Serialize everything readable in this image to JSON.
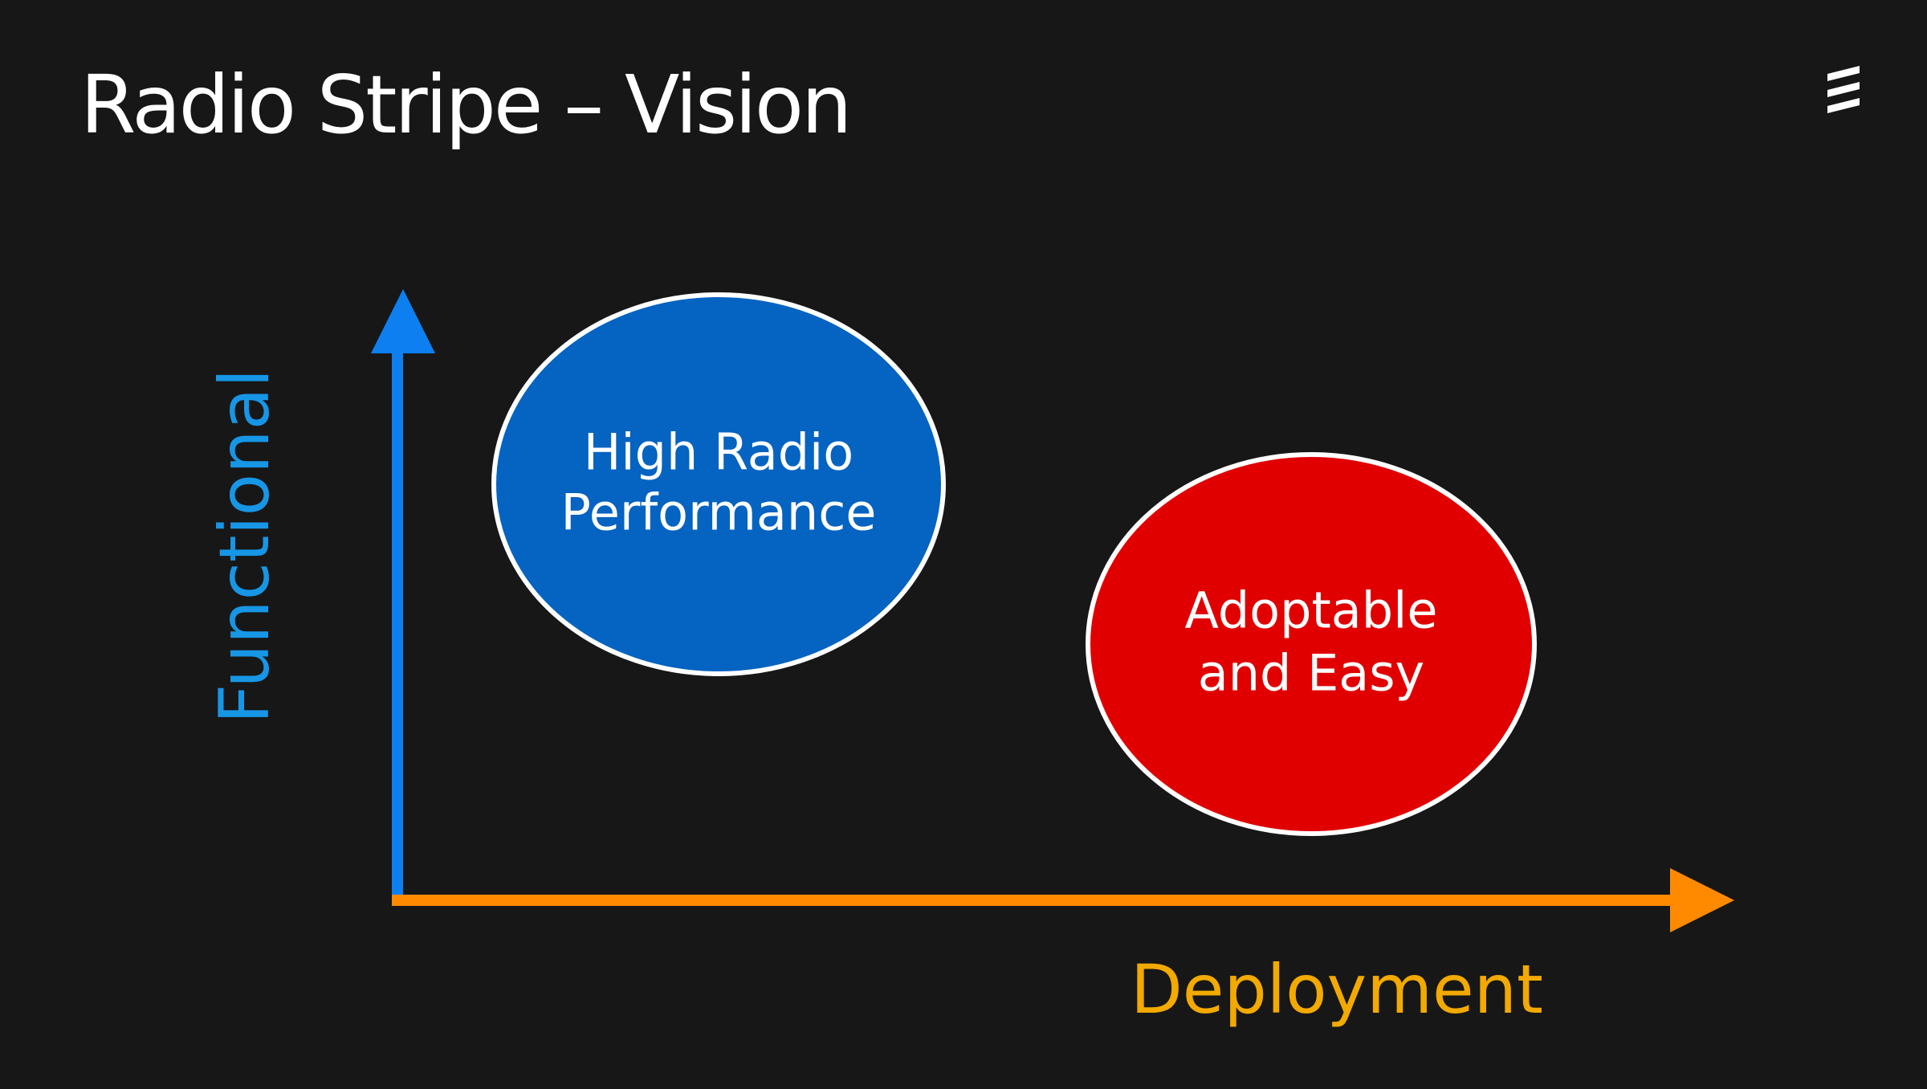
{
  "slide": {
    "title": "Radio Stripe – Vision"
  },
  "logo": {
    "icon": "ericsson-logo-icon"
  },
  "diagram": {
    "y_axis": {
      "label": "Functional",
      "color": "#0d7ff0"
    },
    "x_axis": {
      "label": "Deployment",
      "color": "#ff8a00"
    },
    "bubbles": [
      {
        "line1": "High Radio",
        "line2": "Performance",
        "color": "#0563c1"
      },
      {
        "line1": "Adoptable",
        "line2": "and Easy",
        "color": "#e00000"
      }
    ]
  }
}
